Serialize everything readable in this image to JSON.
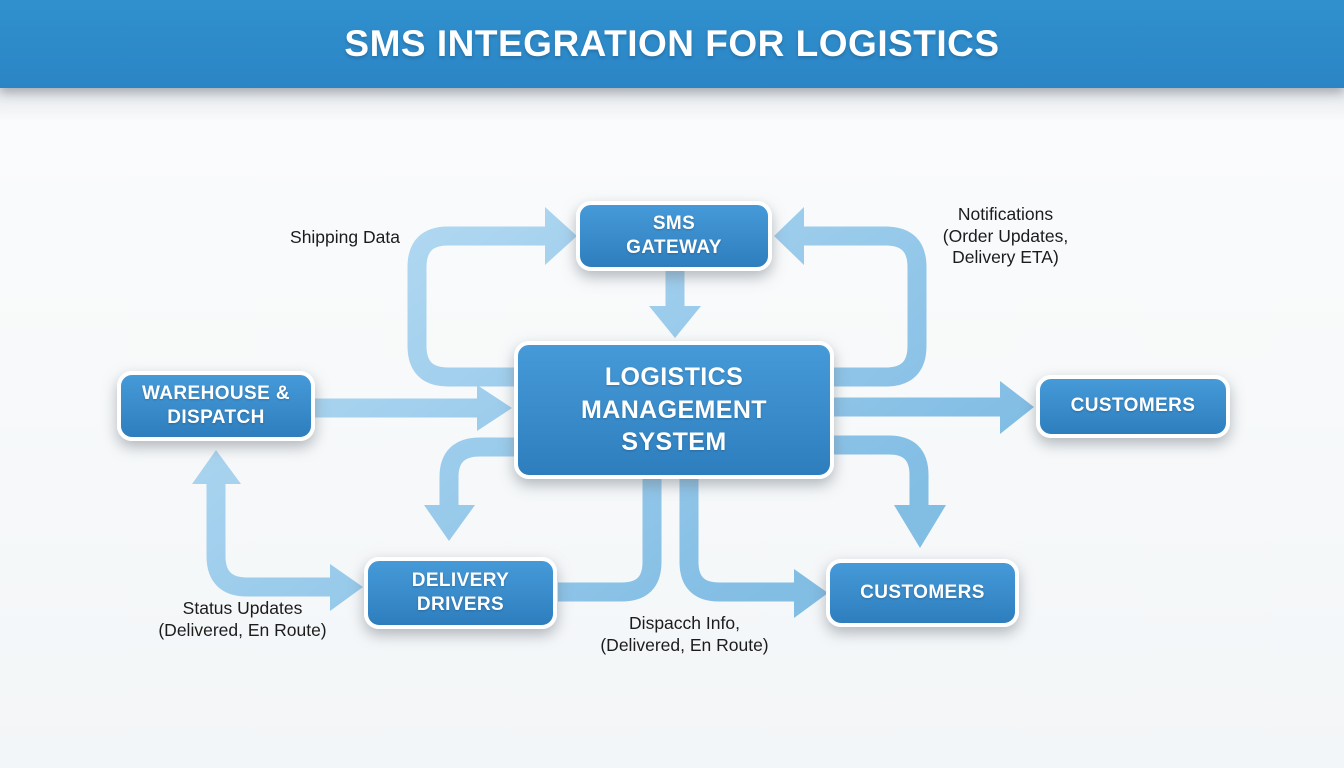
{
  "header": {
    "title": "SMS INTEGRATION FOR LOGISTICS"
  },
  "nodes": {
    "sms_gateway": {
      "label": "SMS\nGATEWAY"
    },
    "logistics_management_system": {
      "label": "LOGISTICS\nMANAGEMENT\nSYSTEM"
    },
    "warehouse_dispatch": {
      "label": "WAREHOUSE &\nDISPATCH"
    },
    "customers_right": {
      "label": "CUSTOMERS"
    },
    "delivery_drivers": {
      "label": "DELIVERY\nDRIVERS"
    },
    "customers_bottom": {
      "label": "CUSTOMERS"
    }
  },
  "edge_labels": {
    "shipping_data": {
      "text": "Shipping Data"
    },
    "notifications": {
      "text": "Notifications\n(Order Updates,\nDelivery ETA)"
    },
    "status_updates": {
      "text": "Status Updates\n(Delivered, En Route)"
    },
    "dispatch_info": {
      "text": "Dispacch Info,\n(Delivered, En Route)"
    }
  },
  "edges": [
    {
      "from": "logistics_management_system",
      "to": "sms_gateway",
      "side": "left-loop",
      "label": "Shipping Data"
    },
    {
      "from": "sms_gateway",
      "to": "logistics_management_system",
      "side": "down",
      "label": ""
    },
    {
      "from": "logistics_management_system",
      "to": "sms_gateway",
      "side": "right-loop",
      "label": "Notifications (Order Updates, Delivery ETA)"
    },
    {
      "from": "warehouse_dispatch",
      "to": "logistics_management_system",
      "side": "right",
      "label": ""
    },
    {
      "from": "logistics_management_system",
      "to": "customers_right",
      "side": "right",
      "label": ""
    },
    {
      "from": "logistics_management_system",
      "to": "delivery_drivers",
      "side": "down-left",
      "label": ""
    },
    {
      "from": "delivery_drivers",
      "to": "logistics_management_system",
      "side": "up-connector",
      "label": ""
    },
    {
      "from": "logistics_management_system",
      "to": "customers_bottom",
      "side": "down-elbow",
      "label": "Dispacch Info, (Delivered, En Route)"
    },
    {
      "from": "logistics_management_system",
      "to": "customers_bottom",
      "side": "right-down",
      "label": ""
    },
    {
      "from": "delivery_drivers",
      "to": "warehouse_dispatch",
      "side": "double-headed-elbow",
      "label": "Status Updates (Delivered, En Route)"
    }
  ],
  "colors": {
    "banner_top": "#3090ce",
    "banner_bottom": "#2b85c5",
    "title_text": "#ffffff",
    "page_bg": "#f5f7f9",
    "node_top": "#469ad8",
    "node_bottom": "#2e7ebe",
    "node_border": "#ffffff",
    "arrow_light": "#b2d9f2",
    "arrow_dark": "#82bde4",
    "label_text": "#1c1c1c"
  }
}
